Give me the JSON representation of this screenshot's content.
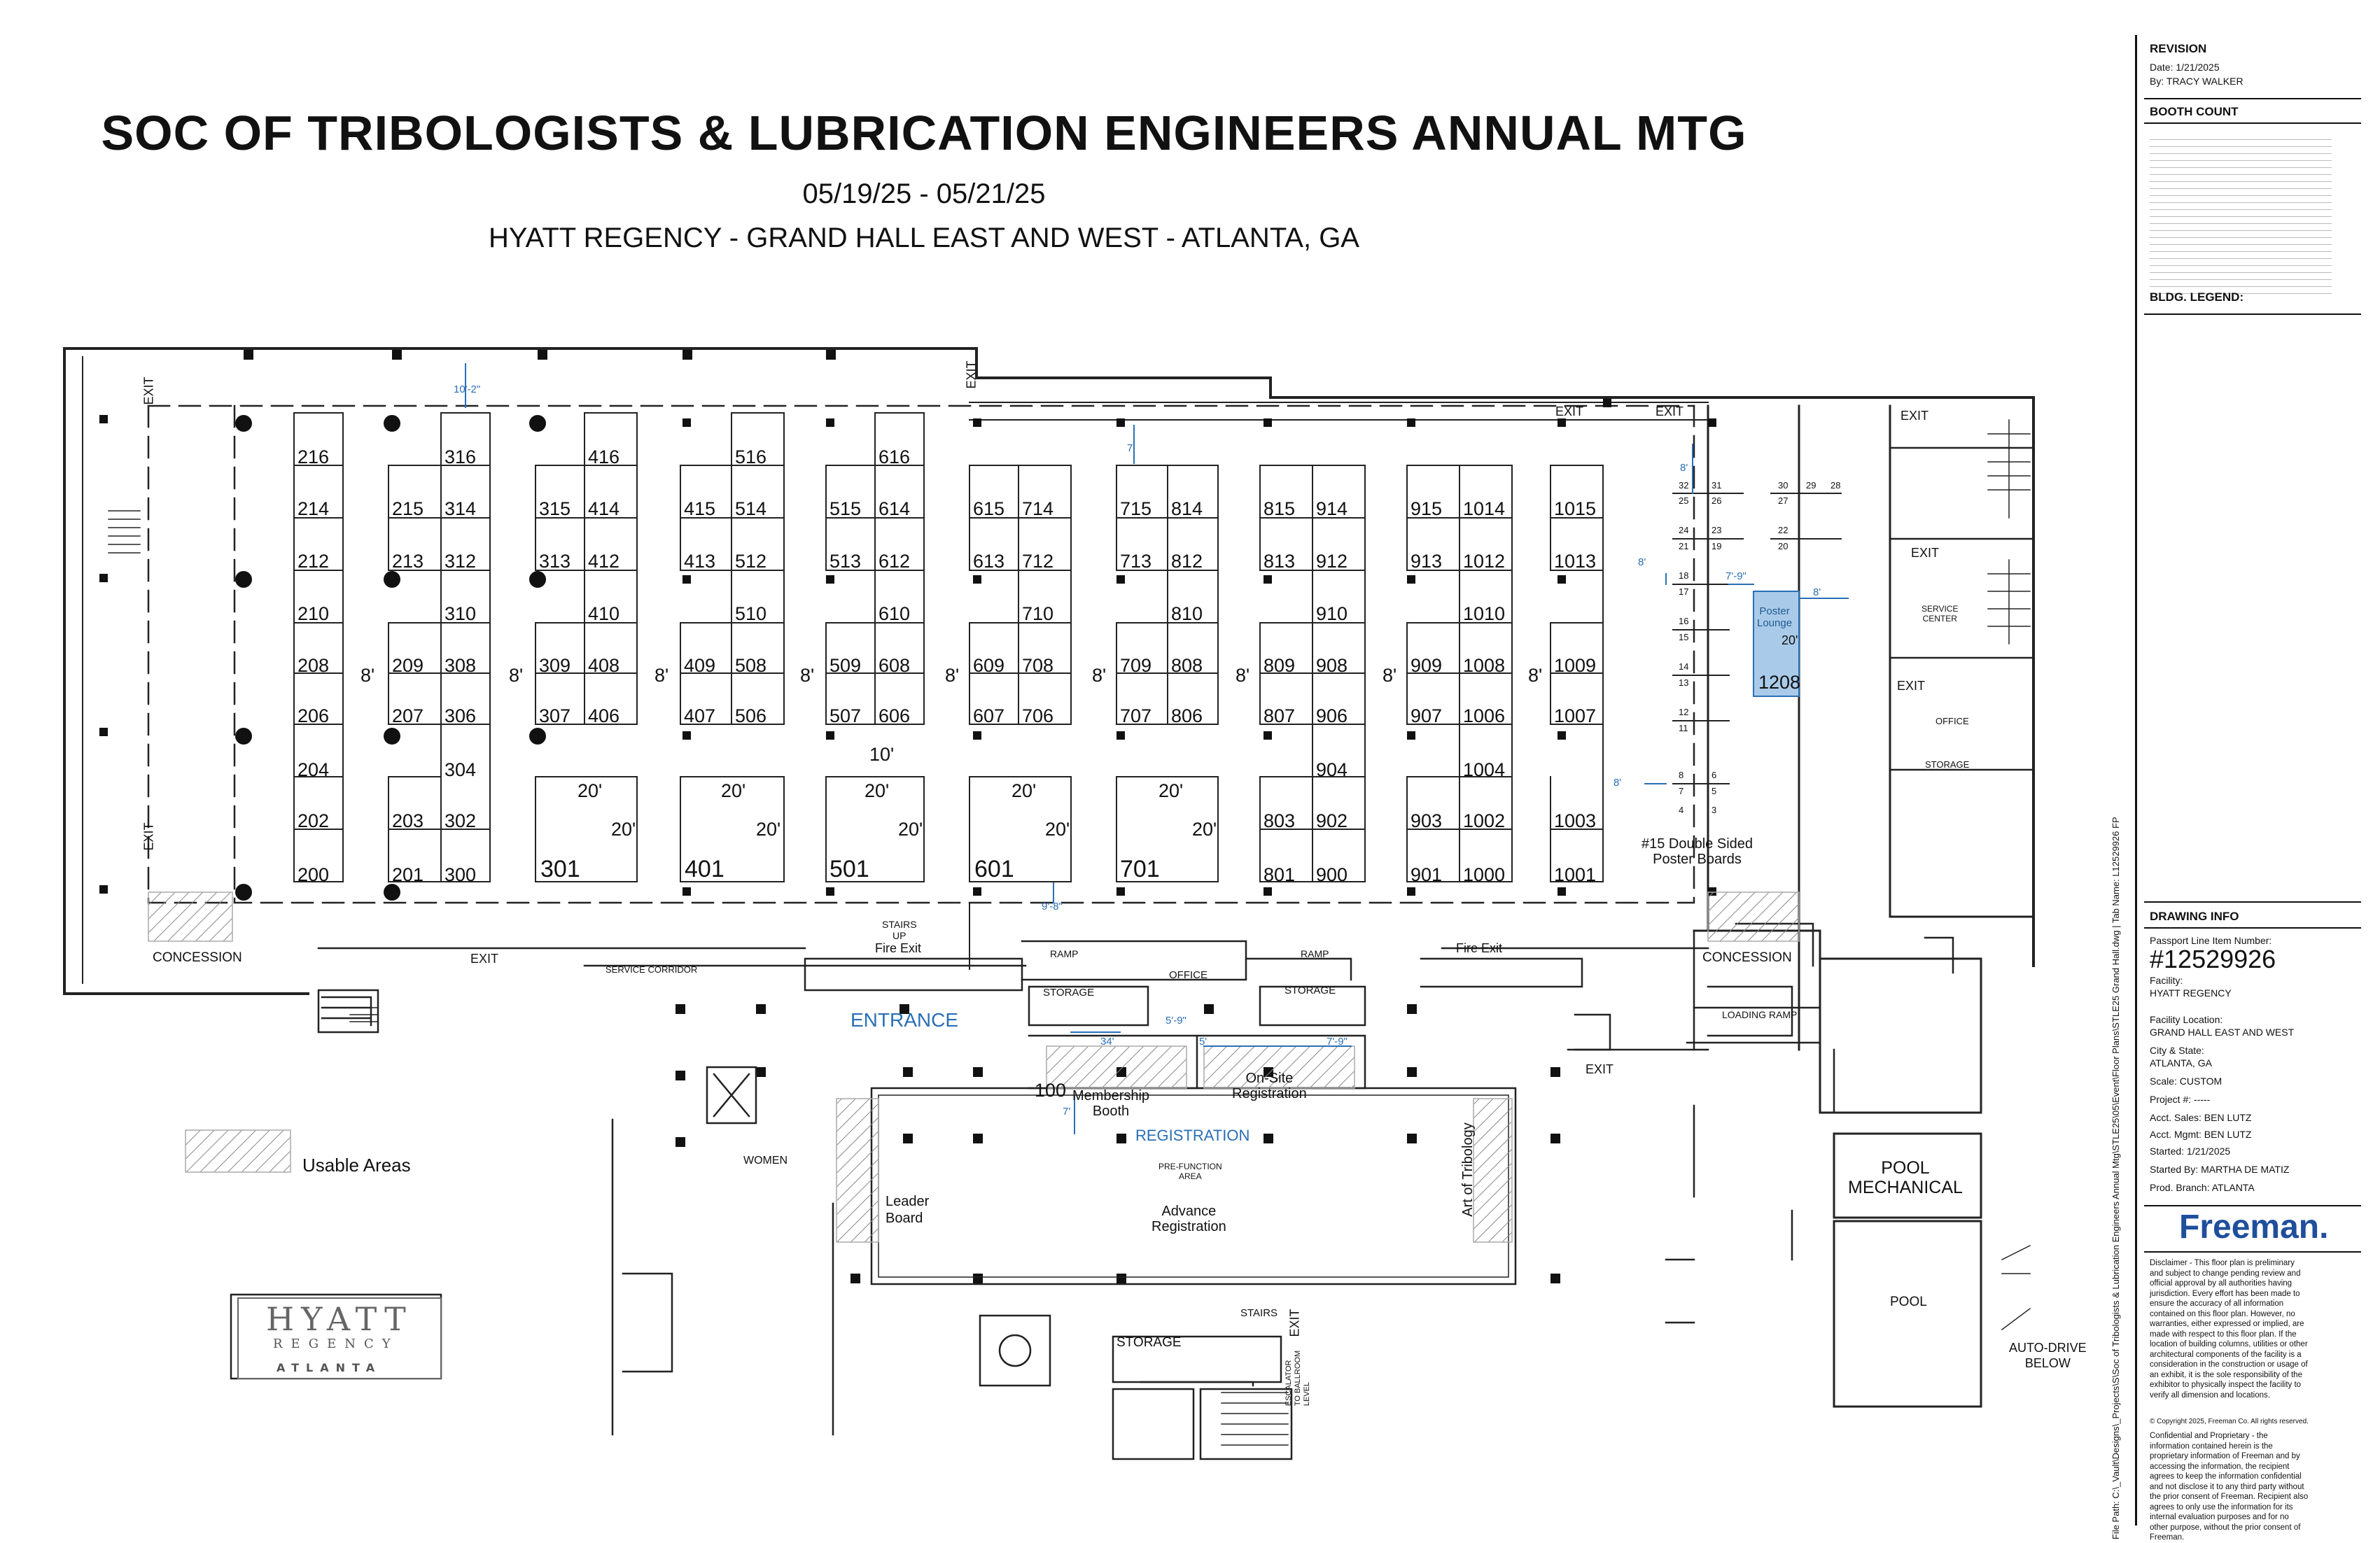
{
  "header": {
    "title": "SOC OF TRIBOLOGISTS & LUBRICATION ENGINEERS ANNUAL MTG",
    "dates": "05/19/25 - 05/21/25",
    "venue": "HYATT REGENCY - GRAND HALL EAST AND WEST - ATLANTA, GA"
  },
  "booths": {
    "col1": [
      "216",
      "214",
      "212",
      "210",
      "208",
      "206",
      "204",
      "202",
      "200"
    ],
    "col2a": [
      "215",
      "213",
      "209",
      "207",
      "203",
      "201"
    ],
    "col2b": [
      "316",
      "314",
      "312",
      "310",
      "308",
      "306",
      "304",
      "302",
      "300"
    ],
    "col3a": [
      "315",
      "313",
      "309",
      "307"
    ],
    "col3b": [
      "416",
      "414",
      "412",
      "410",
      "408",
      "406"
    ],
    "col4a": [
      "415",
      "413",
      "409",
      "407"
    ],
    "col4b": [
      "516",
      "514",
      "512",
      "510",
      "508",
      "506"
    ],
    "col5a": [
      "515",
      "513",
      "509",
      "507"
    ],
    "col5b": [
      "616",
      "614",
      "612",
      "610",
      "608",
      "606"
    ],
    "col6a": [
      "615",
      "613",
      "609",
      "607"
    ],
    "col6b": [
      "714",
      "712",
      "710",
      "708",
      "706"
    ],
    "col7a": [
      "715",
      "713",
      "709",
      "707"
    ],
    "col7b": [
      "814",
      "812",
      "810",
      "808",
      "806"
    ],
    "col8a": [
      "815",
      "813",
      "809",
      "807",
      "803",
      "801"
    ],
    "col8b": [
      "914",
      "912",
      "910",
      "908",
      "906",
      "904",
      "902",
      "900"
    ],
    "col9a": [
      "915",
      "913",
      "909",
      "907",
      "903",
      "901"
    ],
    "col9b": [
      "1014",
      "1012",
      "1010",
      "1008",
      "1006",
      "1004",
      "1002",
      "1000"
    ],
    "col10": [
      "1015",
      "1013",
      "1009",
      "1007",
      "1003",
      "1001"
    ],
    "islands": [
      "301",
      "401",
      "501",
      "601",
      "701"
    ],
    "island_dim": "20'",
    "aisle": "8'",
    "center_dim": "10'",
    "booth100": "100",
    "booth1208": "1208"
  },
  "dims": {
    "top_gap": "10'-2\"",
    "d7": "7'",
    "d8": "8'",
    "d7_9": "7'-9\"",
    "d9_8": "9'-8\"",
    "d5_9": "5'-9\"",
    "d34": "34'",
    "d5": "5'"
  },
  "poster_numbers": [
    "32",
    "31",
    "30",
    "29",
    "28",
    "25",
    "26",
    "27",
    "24",
    "23",
    "22",
    "21",
    "19",
    "20",
    "18",
    "17",
    "16",
    "15",
    "14",
    "13",
    "12",
    "11",
    "8",
    "7",
    "6",
    "5",
    "4",
    "3"
  ],
  "labels": {
    "exit": "EXIT",
    "concession": "CONCESSION",
    "service_corridor": "SERVICE CORRIDOR",
    "stairs_up": "STAIRS\nUP",
    "fire_exit": "Fire Exit",
    "ramp": "RAMP",
    "office": "OFFICE",
    "storage": "STORAGE",
    "entrance": "ENTRANCE",
    "membership_booth": "Membership\nBooth",
    "onsite_registration": "On-Site\nRegistration",
    "registration": "REGISTRATION",
    "prefunction": "PRE-FUNCTION\nAREA",
    "women": "WOMEN",
    "leader_board": "Leader\nBoard",
    "advance_registration": "Advance\nRegistration",
    "art_of_tribology": "Art of Tribology",
    "stairs": "STAIRS",
    "escalator": "ESCALATOR\nTO BALLROOM\nLEVEL",
    "pool_mechanical": "POOL\nMECHANICAL",
    "pool": "POOL",
    "auto_drive": "AUTO-DRIVE\nBELOW",
    "loading_ramp": "LOADING RAMP",
    "service_center": "SERVICE\nCENTER",
    "poster_lounge": "Poster\nLounge",
    "poster_dim": "20'",
    "poster_boards": "#15 Double Sided\nPoster Boards",
    "usable_areas": "Usable Areas",
    "hyatt_logo_1": "HYATT",
    "hyatt_logo_2": "REGENCY",
    "hyatt_logo_3": "ATLANTA"
  },
  "titleblock": {
    "revision_head": "REVISION",
    "revision_date": "Date: 1/21/2025",
    "revision_by": "By: TRACY WALKER",
    "booth_count_head": "BOOTH COUNT",
    "bldg_legend_head": "BLDG. LEGEND:",
    "drawing_info_head": "DRAWING INFO",
    "passport_label": "Passport Line Item Number:",
    "passport_number": "#12529926",
    "facility_label": "Facility:",
    "facility": "HYATT REGENCY",
    "facility_location_label": "Facility Location:",
    "facility_location": "GRAND HALL EAST AND WEST",
    "city_label": "City & State:",
    "city": "ATLANTA, GA",
    "scale": "Scale:  CUSTOM",
    "project": "Project #:  -----",
    "acct_sales": "Acct. Sales: BEN LUTZ",
    "acct_mgmt": "Acct. Mgmt: BEN LUTZ",
    "started": "Started:  1/21/2025",
    "started_by": "Started By:  MARTHA DE MATIZ",
    "prod_branch": "Prod. Branch: ATLANTA",
    "freeman": "Freeman.",
    "disclaimer": "Disclaimer - This floor plan is preliminary and subject to change pending review and official approval by all authorities having jurisdiction. Every effort has been made to ensure the accuracy of all information contained on this floor plan. However, no warranties, either expressed or implied, are made with respect to this floor plan. If the location of building columns, utilities or other architectural components of the facility is a consideration in the construction or usage of an exhibit, it is the sole responsibility of the exhibitor to physically inspect the facility to verify all dimension and locations.",
    "copyright": "© Copyright 2025, Freeman Co. All rights reserved.",
    "confidential": "Confidential and Proprietary - the information contained herein is the proprietary information of Freeman and by accessing the information, the recipient agrees to keep the information confidential and not disclose it to any third party without the prior consent of Freeman. Recipient also agrees to only use the information for its internal evaluation purposes and for no other purpose, without the prior consent of Freeman.",
    "file_path": "File Path: C:\\_Vault\\Designs\\_Projects\\S\\Soc of Tribologists & Lubrication Engineers Annual Mtg\\STLE25\\05\\Event\\Floor Plans\\STLE25 Grand Hall.dwg | Tab Name: L12529926 FP"
  }
}
